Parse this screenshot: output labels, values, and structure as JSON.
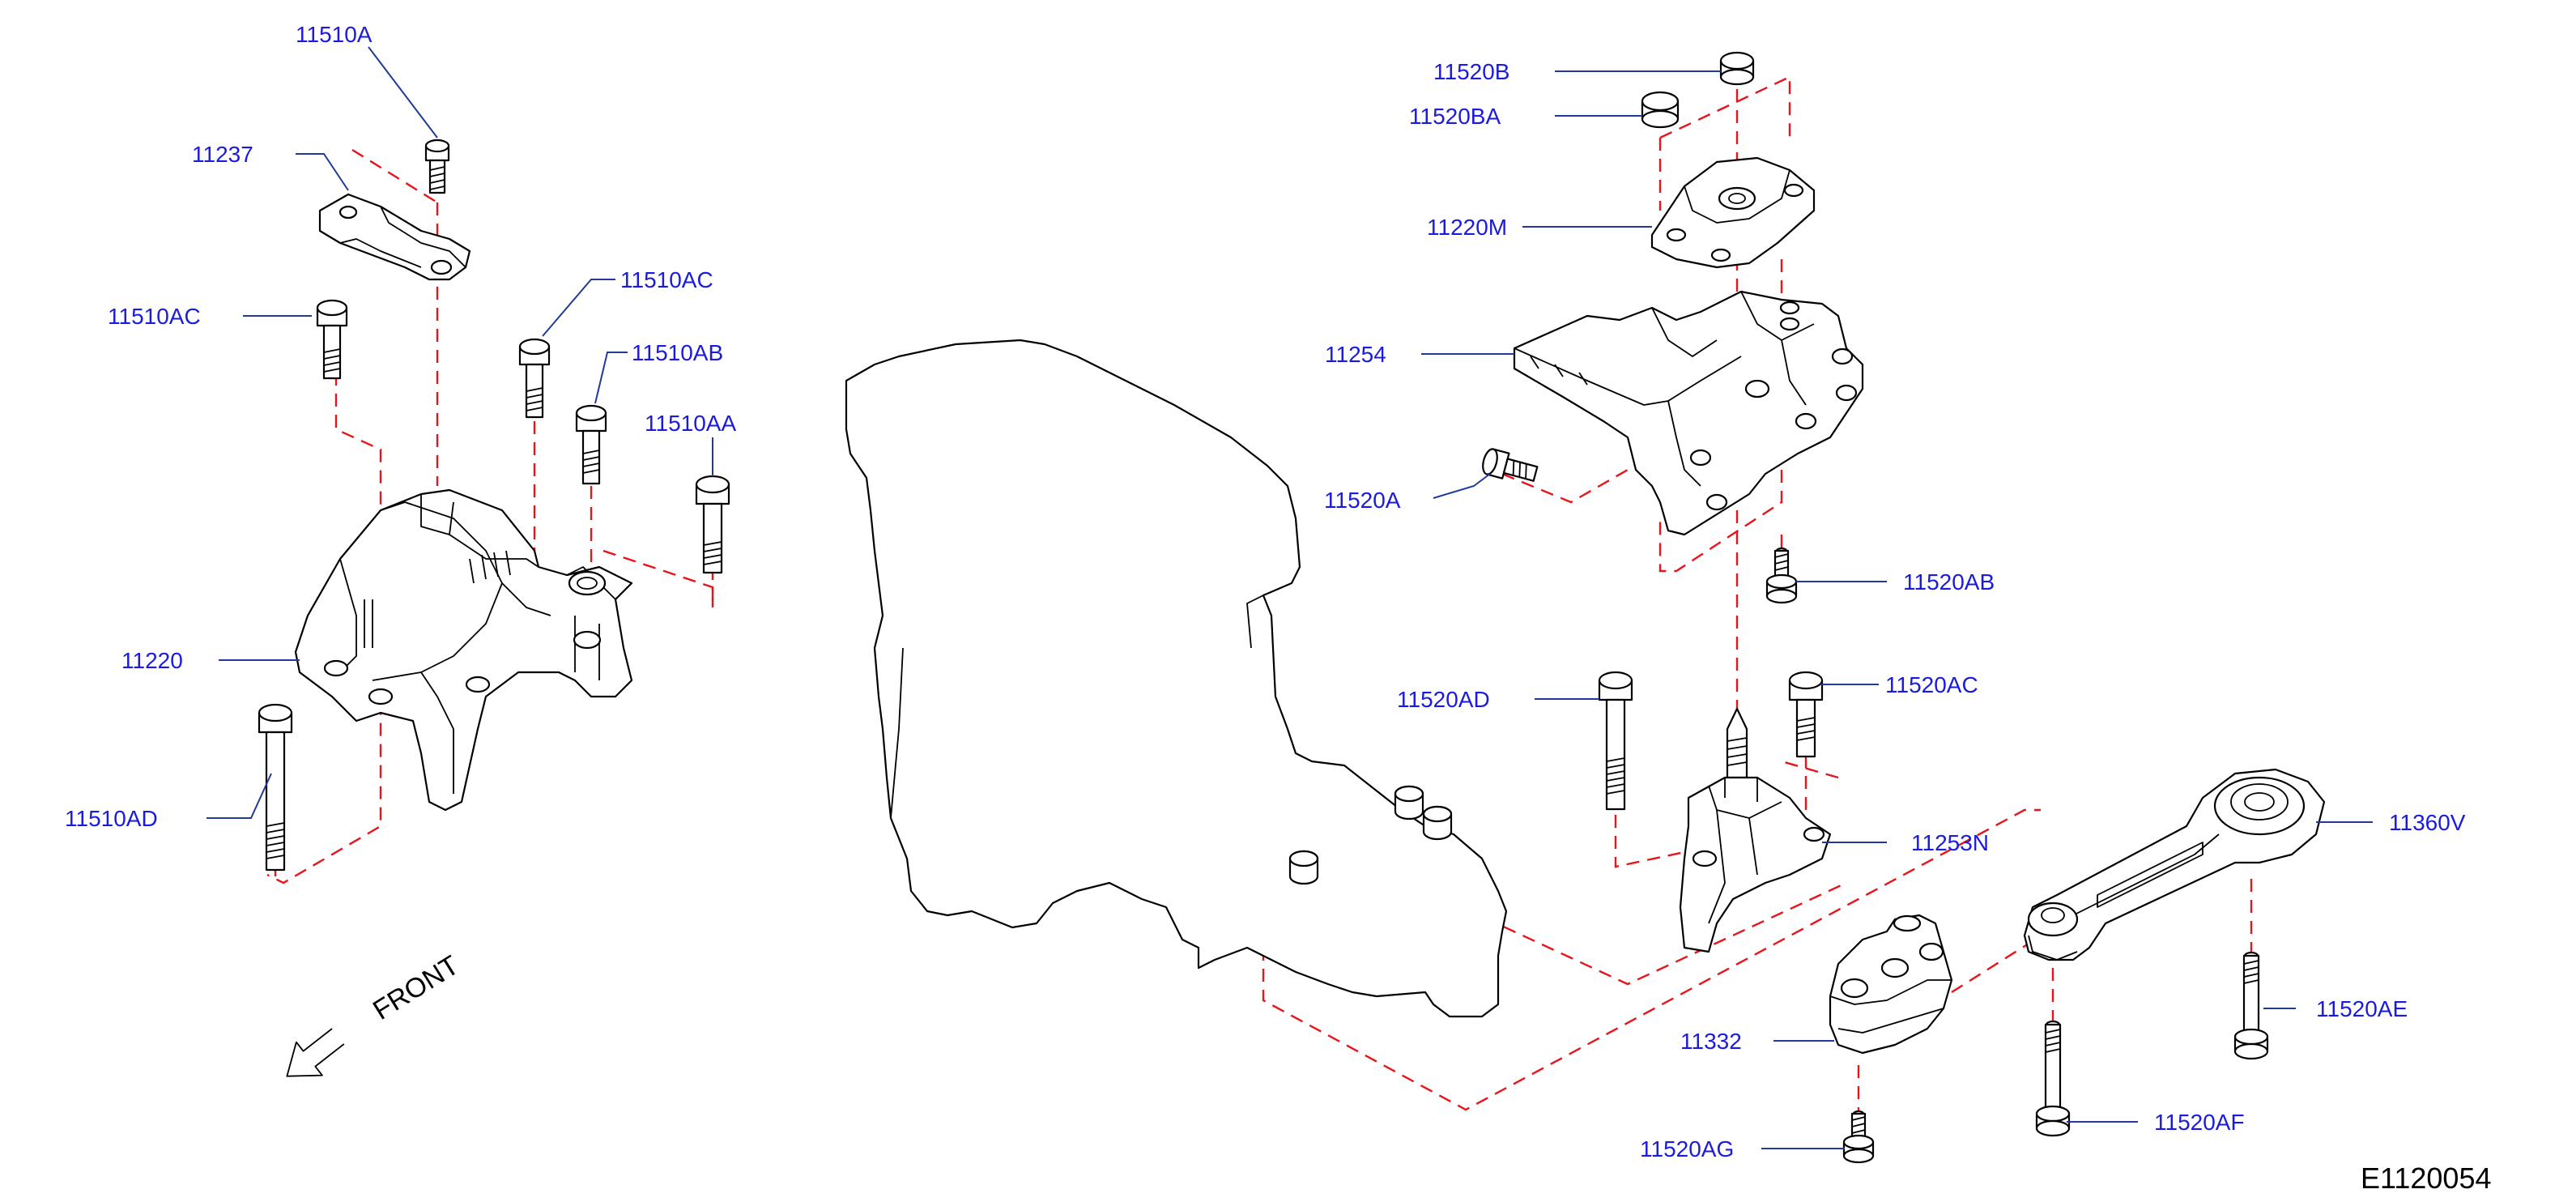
{
  "labels": {
    "p11510A": "11510A",
    "p11237": "11237",
    "p11510AC_left": "11510AC",
    "p11510AC_mid": "11510AC",
    "p11510AB": "11510AB",
    "p11510AA": "11510AA",
    "p11220": "11220",
    "p11510AD": "11510AD",
    "p11520B": "11520B",
    "p11520BA": "11520BA",
    "p11220M": "11220M",
    "p11254": "11254",
    "p11520A": "11520A",
    "p11520AB": "11520AB",
    "p11520AD": "11520AD",
    "p11520AC": "11520AC",
    "p11253N": "11253N",
    "p11360V": "11360V",
    "p11332": "11332",
    "p11520AE": "11520AE",
    "p11520AF": "11520AF",
    "p11520AG": "11520AG"
  },
  "front_label": "FRONT",
  "diagram_code": "E1120054",
  "colors": {
    "label": "#1b1be0",
    "leader": "#1f3a9a",
    "dashed_line": "#e8141b",
    "outline": "#000000"
  }
}
